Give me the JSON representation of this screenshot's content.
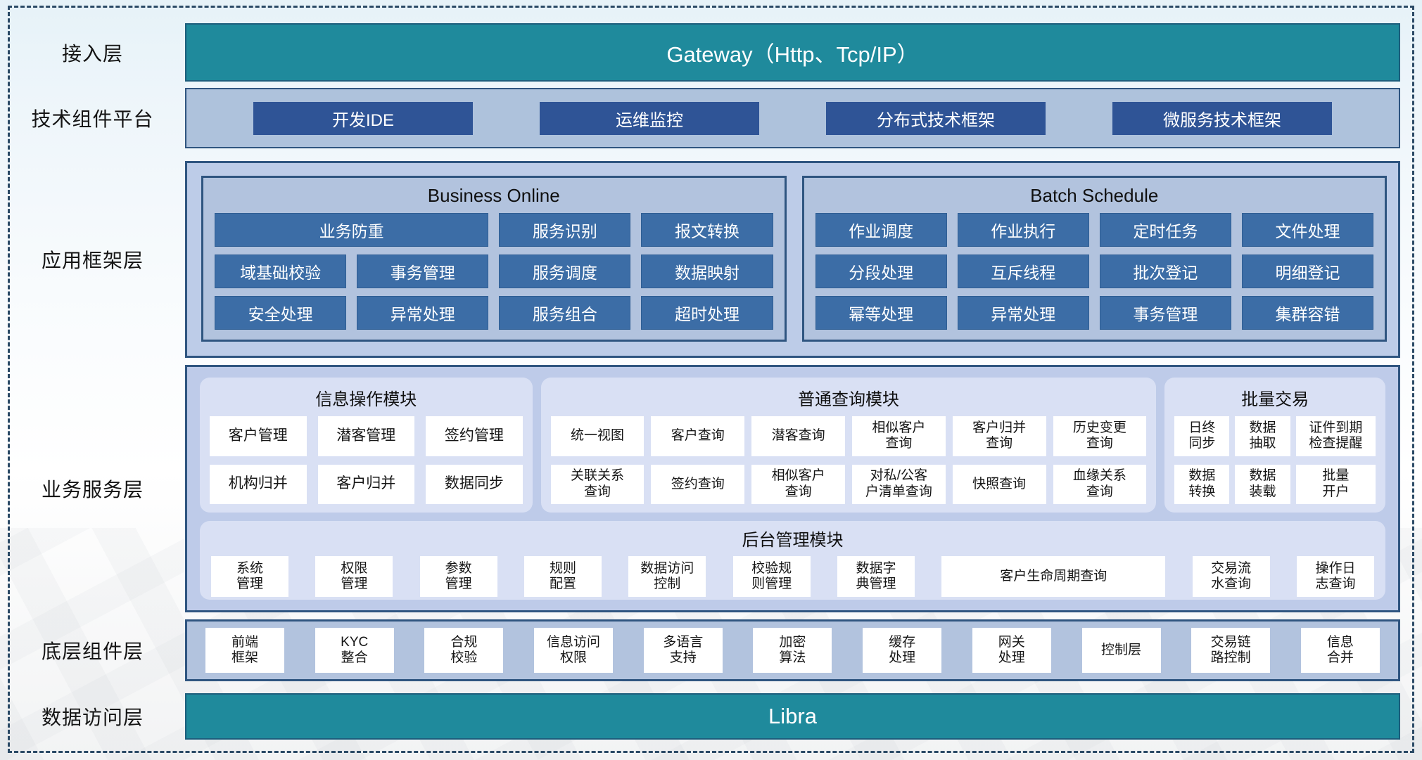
{
  "colors": {
    "teal_bar": "#1f8a9c",
    "teal_border": "#1d5e7c",
    "navy_button": "#2f5496",
    "steel_button": "#3c6da6",
    "container_border": "#2f5580",
    "container_fill": "#bdcce8",
    "module_fill": "#d9e0f4",
    "white_box": "#ffffff"
  },
  "layers": {
    "access": {
      "label": "接入层",
      "bar_text": "Gateway（Http、Tcp/IP）"
    },
    "tech_platform": {
      "label": "技术组件平台",
      "buttons": [
        "开发IDE",
        "运维监控",
        "分布式技术框架",
        "微服务技术框架"
      ]
    },
    "app_framework": {
      "label": "应用框架层",
      "panels": [
        {
          "title": "Business Online",
          "buttons": [
            {
              "label": "业务防重",
              "span": 2
            },
            "服务识别",
            "报文转换",
            "域基础校验",
            "事务管理",
            "服务调度",
            "数据映射",
            "安全处理",
            "异常处理",
            "服务组合",
            "超时处理"
          ]
        },
        {
          "title": "Batch Schedule",
          "buttons": [
            "作业调度",
            "作业执行",
            "定时任务",
            "文件处理",
            "分段处理",
            "互斥线程",
            "批次登记",
            "明细登记",
            "幂等处理",
            "异常处理",
            "事务管理",
            "集群容错"
          ]
        }
      ]
    },
    "business_service": {
      "label": "业务服务层",
      "modules": [
        {
          "title": "信息操作模块",
          "buttons": [
            "客户管理",
            "潜客管理",
            "签约管理",
            "机构归并",
            "客户归并",
            "数据同步"
          ]
        },
        {
          "title": "普通查询模块",
          "buttons": [
            "统一视图",
            "客户查询",
            "潜客查询",
            "相似客户\n查询",
            "客户归并\n查询",
            "历史变更\n查询",
            "关联关系\n查询",
            "签约查询",
            "相似客户\n查询",
            "对私/公客\n户清单查询",
            "快照查询",
            "血缘关系\n查询"
          ]
        },
        {
          "title": "批量交易",
          "buttons": [
            "日终\n同步",
            "数据\n抽取",
            "证件到期\n检查提醒",
            "数据\n转换",
            "数据\n装载",
            "批量\n开户"
          ]
        }
      ],
      "admin": {
        "title": "后台管理模块",
        "buttons": [
          "系统\n管理",
          "权限\n管理",
          "参数\n管理",
          "规则\n配置",
          "数据访问\n控制",
          "校验规\n则管理",
          "数据字\n典管理",
          {
            "label": "客户生命周期查询",
            "wide": true
          },
          "交易流\n水查询",
          "操作日\n志查询"
        ]
      }
    },
    "base_components": {
      "label": "底层组件层",
      "buttons": [
        "前端\n框架",
        "KYC\n整合",
        "合规\n校验",
        "信息访问\n权限",
        "多语言\n支持",
        "加密\n算法",
        "缓存\n处理",
        "网关\n处理",
        "控制层",
        "交易链\n路控制",
        "信息\n合并"
      ]
    },
    "data_access": {
      "label": "数据访问层",
      "bar_text": "Libra"
    }
  }
}
